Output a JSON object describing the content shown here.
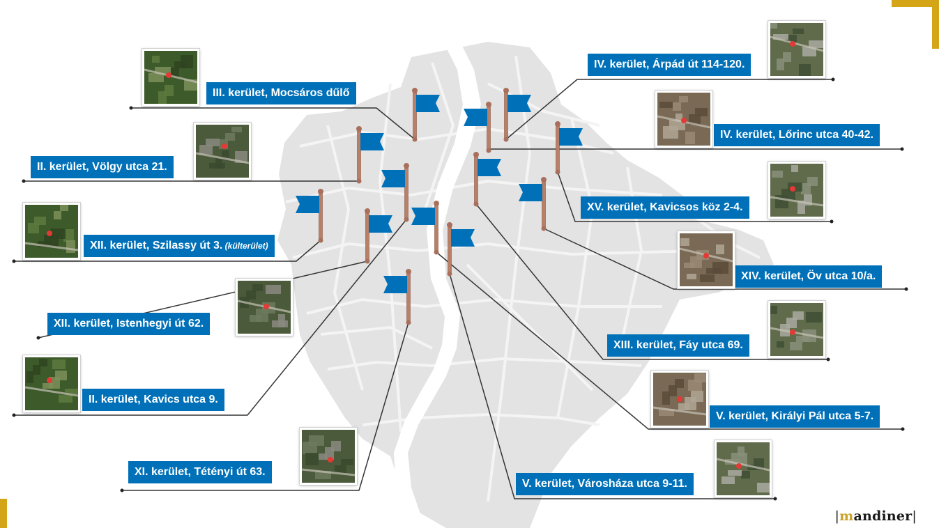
{
  "colors": {
    "accent": "#0071b9",
    "map_fill": "#e3e3e3",
    "map_roads": "#f4f4f4",
    "river": "#ffffff",
    "pole": "#b88068",
    "corner": "#d4a516",
    "connector": "#333333"
  },
  "locations": [
    {
      "label": "IV. kerület, Árpád út 114-120.",
      "icon": "satellite-thumbnail"
    },
    {
      "label": "III. kerület, Mocsáros dűlő",
      "icon": "satellite-thumbnail"
    },
    {
      "label": "IV. kerület, Lőrinc utca 40-42.",
      "icon": "satellite-thumbnail"
    },
    {
      "label": "II. kerület, Völgy utca 21.",
      "icon": "satellite-thumbnail"
    },
    {
      "label": "XV. kerület, Kavicsos köz 2-4.",
      "icon": "satellite-thumbnail"
    },
    {
      "label": "XII. kerület, Szilassy út 3.",
      "note": "(külterület)",
      "icon": "satellite-thumbnail"
    },
    {
      "label": "XIV. kerület, Öv utca 10/a.",
      "icon": "satellite-thumbnail"
    },
    {
      "label": "XII. kerület, Istenhegyi út 62.",
      "icon": "satellite-thumbnail"
    },
    {
      "label": "XIII. kerület, Fáy utca 69.",
      "icon": "satellite-thumbnail"
    },
    {
      "label": "II. kerület, Kavics utca 9.",
      "icon": "satellite-thumbnail"
    },
    {
      "label": "V. kerület, Királyi Pál utca 5-7.",
      "icon": "satellite-thumbnail"
    },
    {
      "label": "XI. kerület, Tétényi út 63.",
      "icon": "satellite-thumbnail"
    },
    {
      "label": "V. kerület, Városháza utca 9-11.",
      "icon": "satellite-thumbnail"
    }
  ],
  "logo": {
    "text": "andiner",
    "initial": "m",
    "icon": "mandiner-logo"
  }
}
